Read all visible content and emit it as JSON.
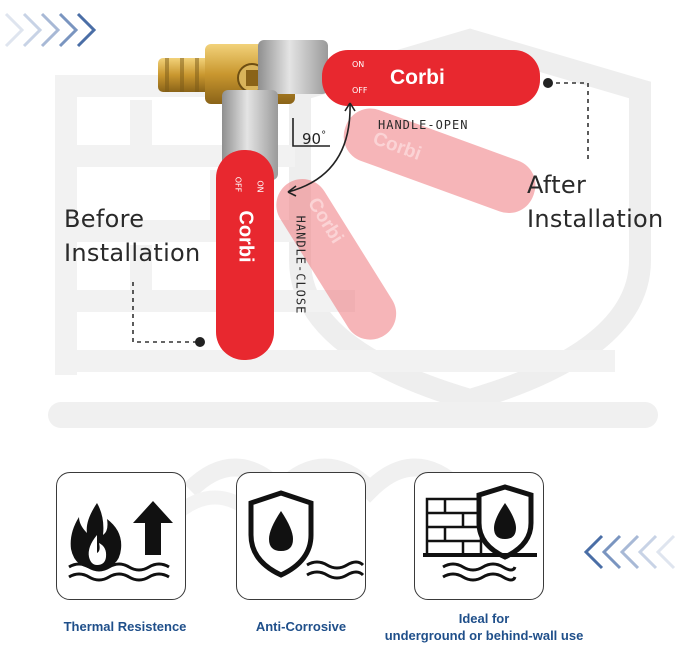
{
  "handle_labels": {
    "brand": "Corbi",
    "on": "ON",
    "off": "OFF"
  },
  "diagram": {
    "angle": "90",
    "degree_mark": "°",
    "handle_open": "HANDLE-OPEN",
    "handle_close": "HANDLE-CLOSE",
    "before_line1": "Before",
    "before_line2": "Installation",
    "after_line1": "After",
    "after_line2": "Installation"
  },
  "features": [
    {
      "caption": "Thermal Resistence",
      "icon": "flame-temperature-icon"
    },
    {
      "caption": "Anti-Corrosive",
      "icon": "shield-water-drop-icon"
    },
    {
      "caption_line1": "Ideal for",
      "caption_line2": "underground or behind-wall use",
      "icon": "wall-shield-drop-icon"
    }
  ],
  "colors": {
    "handle_red": "#e8282f",
    "chevron_blue": "#4a6ea6",
    "caption_blue": "#1f4f8a"
  }
}
